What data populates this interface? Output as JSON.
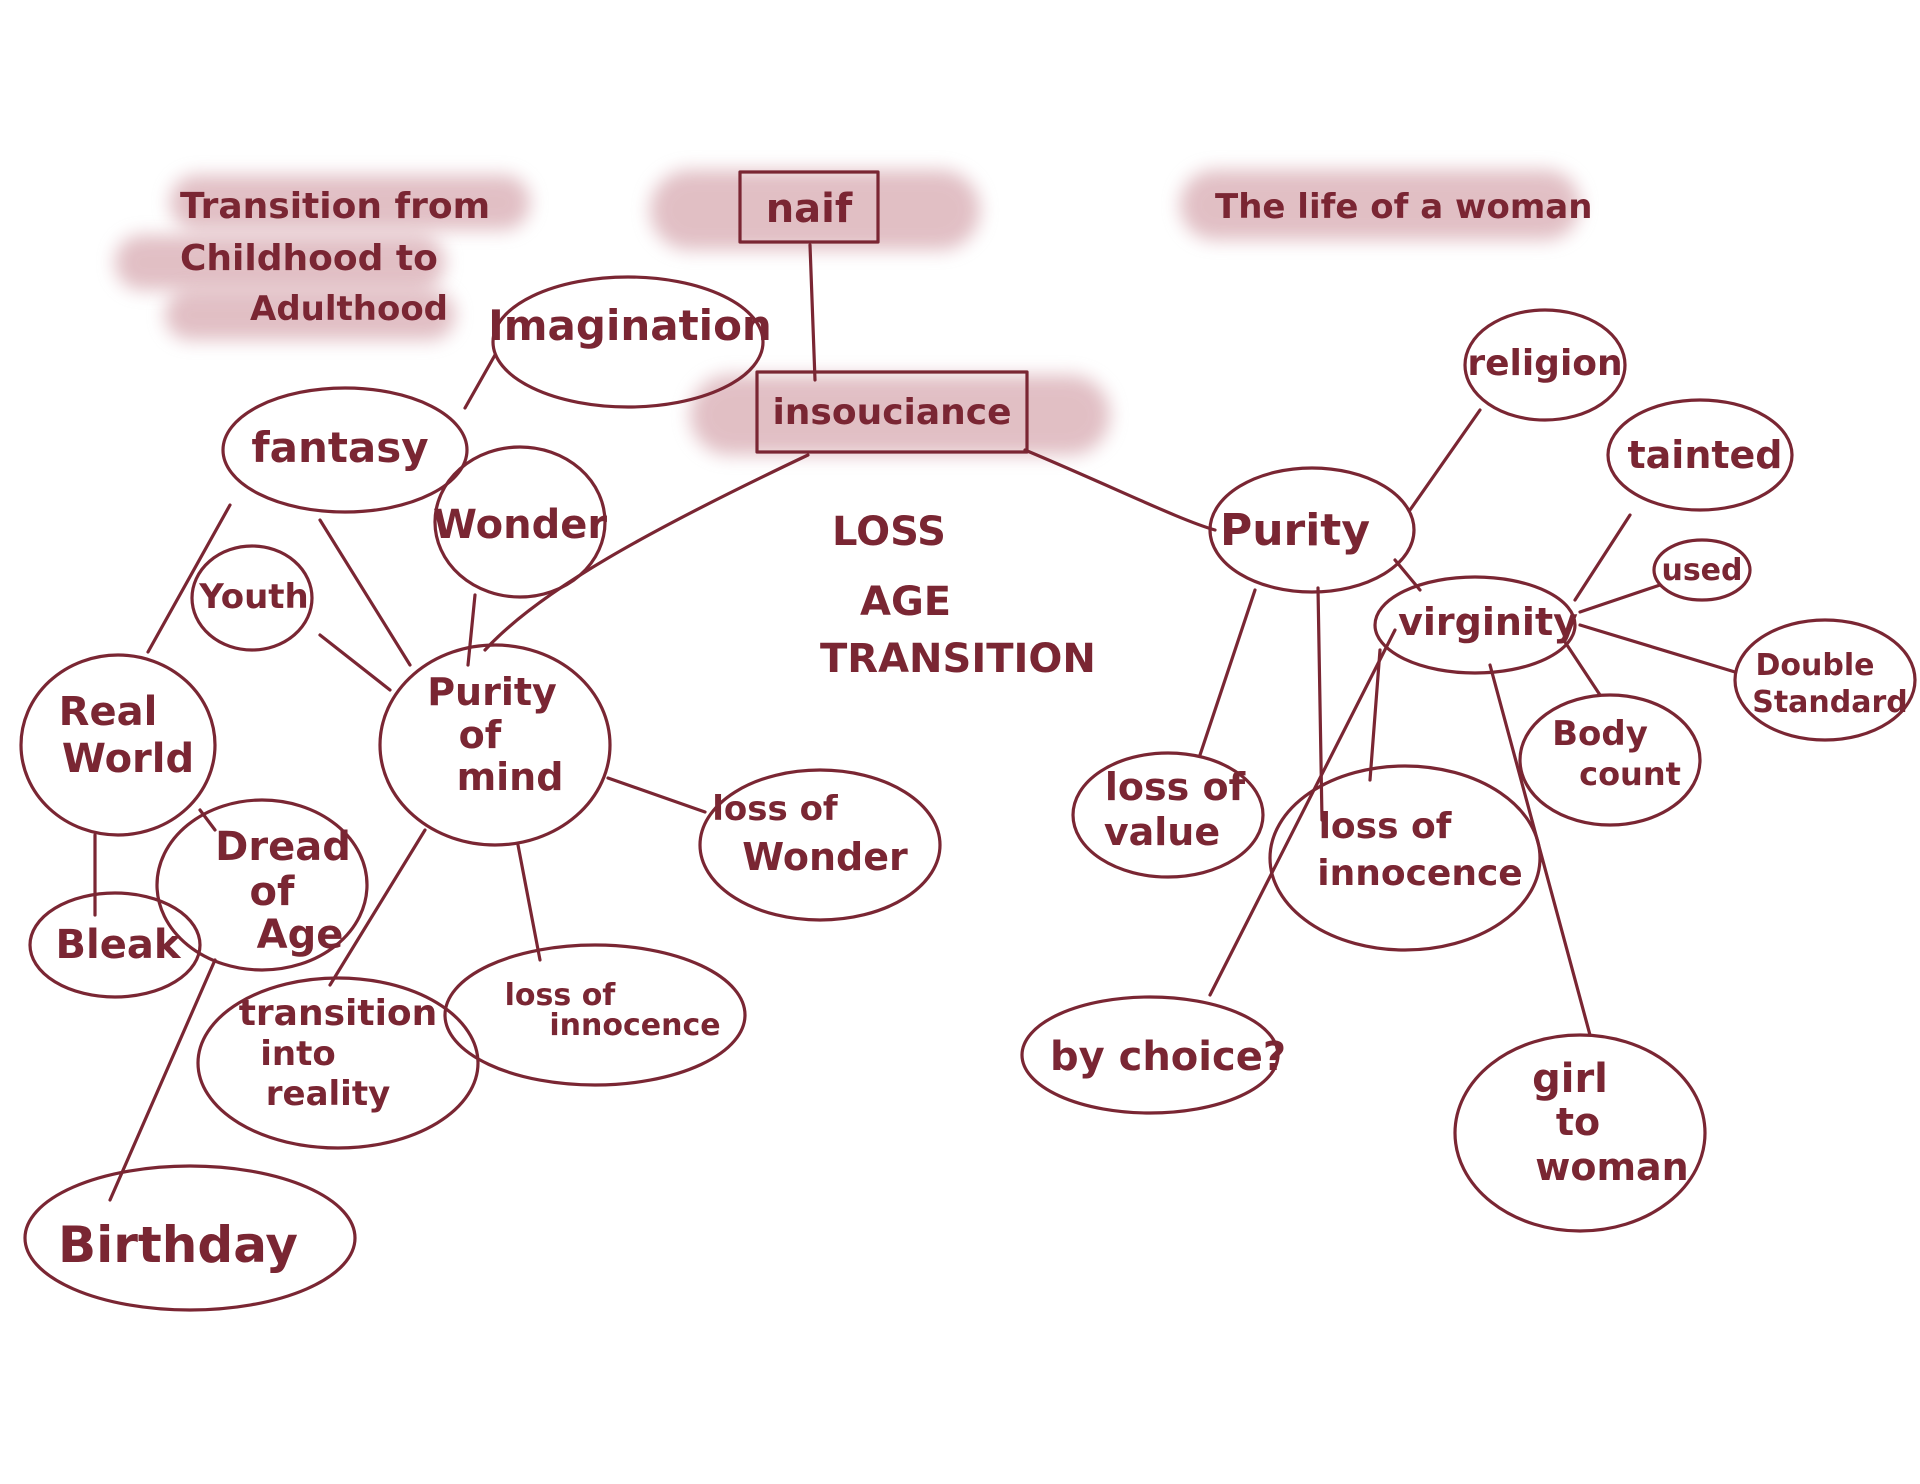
{
  "colors": {
    "ink": "#7a2633",
    "highlight": "#c98b95",
    "background": "#ffffff"
  },
  "headings": {
    "left_line1": "Transition from",
    "left_line2": "Childhood to",
    "left_line3": "Adulthood",
    "right": "The life of a woman"
  },
  "center_words": {
    "loss": "LOSS",
    "age": "AGE",
    "transition": "TRANSITION"
  },
  "nodes": {
    "naif": "naif",
    "insouciance": "insouciance",
    "imagination": "Imagination",
    "fantasy": "fantasy",
    "wonder": "Wonder",
    "youth": "Youth",
    "real_world_1": "Real",
    "real_world_2": "World",
    "purity_of_mind_1": "Purity",
    "purity_of_mind_2": "of",
    "purity_of_mind_3": "mind",
    "loss_of_wonder_1": "loss of",
    "loss_of_wonder_2": "Wonder",
    "dread_of_age_1": "Dread",
    "dread_of_age_2": "of",
    "dread_of_age_3": "Age",
    "bleak": "Bleak",
    "transition_into_reality_1": "transition",
    "transition_into_reality_2": "into",
    "transition_into_reality_3": "reality",
    "loss_of_innocence_left_1": "loss of",
    "loss_of_innocence_left_2": "innocence",
    "birthday": "Birthday",
    "religion": "religion",
    "tainted": "tainted",
    "purity": "Purity",
    "used": "used",
    "virginity": "virginity",
    "double_standard_1": "Double",
    "double_standard_2": "Standard",
    "body_count_1": "Body",
    "body_count_2": "count",
    "loss_of_value_1": "loss of",
    "loss_of_value_2": "value",
    "loss_of_innocence_right_1": "loss of",
    "loss_of_innocence_right_2": "innocence",
    "by_choice": "by choice?",
    "girl_to_woman_1": "girl",
    "girl_to_woman_2": "to",
    "girl_to_woman_3": "woman"
  }
}
